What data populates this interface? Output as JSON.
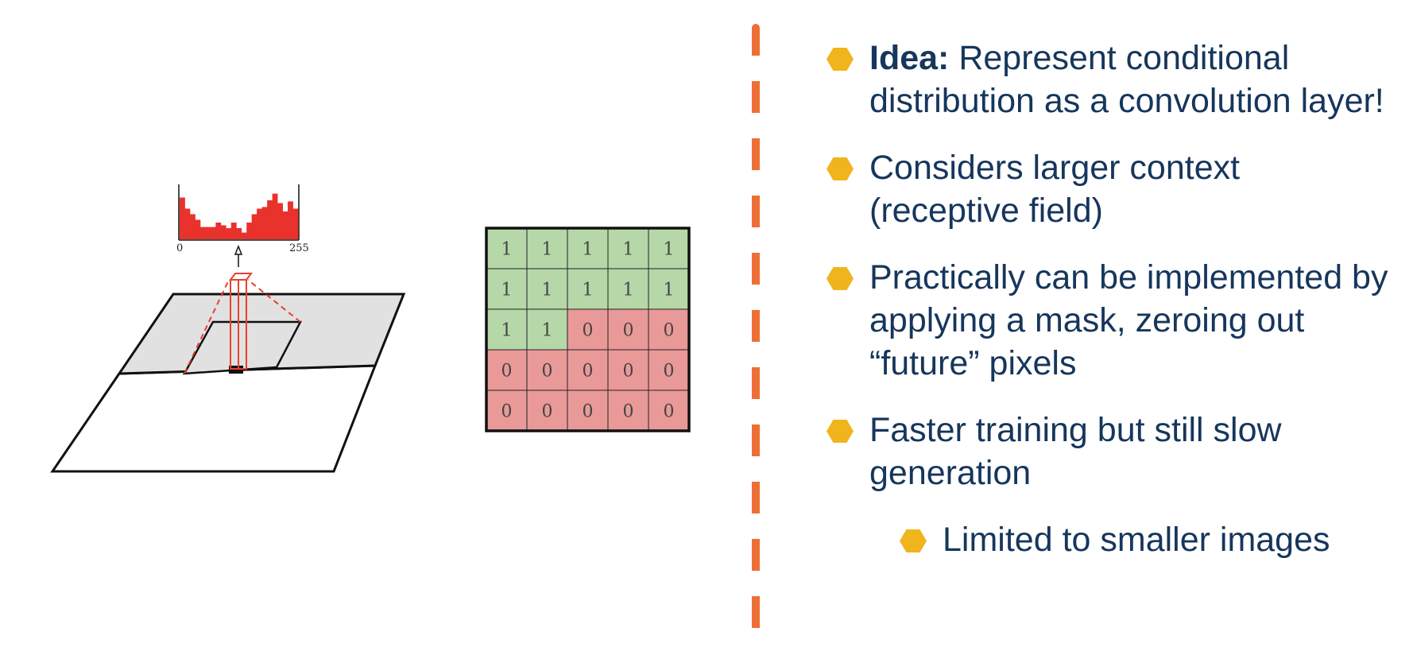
{
  "figure": {
    "histogram": {
      "bars": [
        0.75,
        0.55,
        0.45,
        0.35,
        0.22,
        0.22,
        0.22,
        0.3,
        0.25,
        0.2,
        0.3,
        0.2,
        0.12,
        0.3,
        0.45,
        0.55,
        0.58,
        0.7,
        0.82,
        0.65,
        0.5,
        0.68,
        0.55
      ],
      "axis_min_label": "0",
      "axis_max_label": "255"
    },
    "mask_grid": [
      [
        "1",
        "1",
        "1",
        "1",
        "1"
      ],
      [
        "1",
        "1",
        "1",
        "1",
        "1"
      ],
      [
        "1",
        "1",
        "0",
        "0",
        "0"
      ],
      [
        "0",
        "0",
        "0",
        "0",
        "0"
      ],
      [
        "0",
        "0",
        "0",
        "0",
        "0"
      ]
    ],
    "colors": {
      "one": "#b6d7a8",
      "zero": "#ea9999",
      "hist": "#e8322b",
      "plane": "#e1e1e1",
      "cone": "#e8402f"
    }
  },
  "bullets": [
    {
      "bold": "Idea:",
      "text": " Represent conditional distribution as a convolution layer!"
    },
    {
      "bold": "",
      "text": "Considers larger context (receptive field)"
    },
    {
      "bold": "",
      "text": "Practically can be implemented by applying a mask, zeroing out “future” pixels"
    },
    {
      "bold": "",
      "text": "Faster training but still slow generation"
    }
  ],
  "sub_bullets": [
    {
      "text": "Limited to smaller images"
    }
  ],
  "colors": {
    "text": "#16365c",
    "bullet": "#f0b41c",
    "divider": "#ee6f35"
  }
}
